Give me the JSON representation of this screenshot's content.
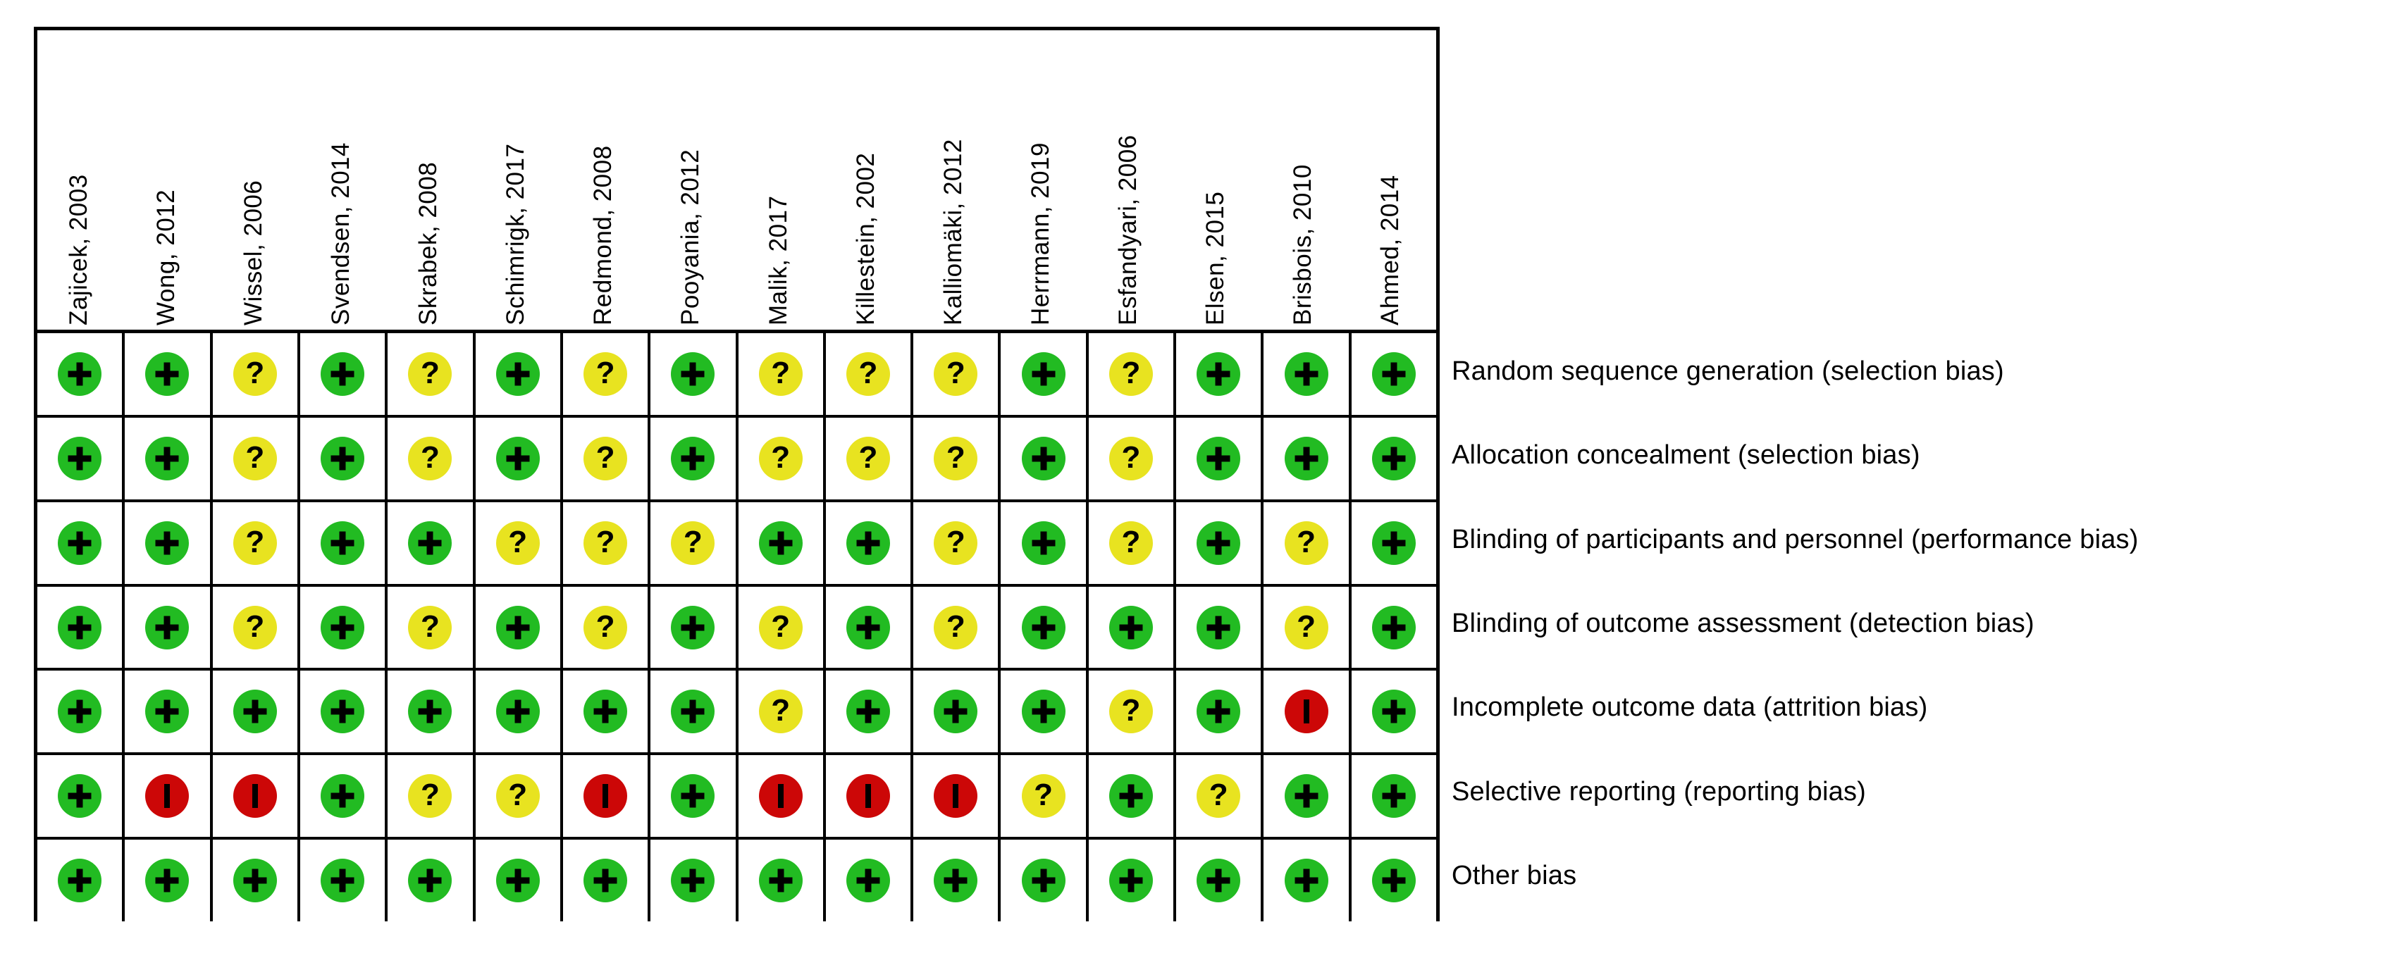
{
  "chart_data": {
    "type": "heatmap",
    "title": "",
    "xlabel": "",
    "ylabel": "",
    "legend_position": "none",
    "grid": true,
    "categories": [
      "Zajicek, 2003",
      "Wong, 2012",
      "Wissel, 2006",
      "Svendsen, 2014",
      "Skrabek, 2008",
      "Schimrigk, 2017",
      "Redmond, 2008",
      "Pooyania, 2012",
      "Malik, 2017",
      "Killestein, 2002",
      "Kalliomäki, 2012",
      "Herrmann, 2019",
      "Esfandyari, 2006",
      "Elsen, 2015",
      "Brisbois, 2010",
      "Ahmed, 2014"
    ],
    "row_labels": [
      "Random sequence generation (selection bias)",
      "Allocation concealment (selection bias)",
      "Blinding of participants and personnel (performance bias)",
      "Blinding of outcome assessment (detection bias)",
      "Incomplete outcome data (attrition bias)",
      "Selective reporting (reporting bias)",
      "Other bias"
    ],
    "value_legend": {
      "low": "Low risk of bias",
      "unclear": "Unclear risk of bias",
      "high": "High risk of bias"
    },
    "value_glyphs": {
      "low": "+",
      "unclear": "?",
      "high": "–"
    },
    "colors": {
      "low": "#22BB22",
      "unclear": "#E8E320",
      "high": "#CC0707",
      "background": "#FFFFFF",
      "border": "#000000",
      "text": "#000000"
    },
    "series": [
      {
        "name": "Random sequence generation (selection bias)",
        "values": [
          "low",
          "low",
          "unclear",
          "low",
          "unclear",
          "low",
          "unclear",
          "low",
          "unclear",
          "unclear",
          "unclear",
          "low",
          "unclear",
          "low",
          "low",
          "low"
        ]
      },
      {
        "name": "Allocation concealment (selection bias)",
        "values": [
          "low",
          "low",
          "unclear",
          "low",
          "unclear",
          "low",
          "unclear",
          "low",
          "unclear",
          "unclear",
          "unclear",
          "low",
          "unclear",
          "low",
          "low",
          "low"
        ]
      },
      {
        "name": "Blinding of participants and personnel (performance bias)",
        "values": [
          "low",
          "low",
          "unclear",
          "low",
          "low",
          "unclear",
          "unclear",
          "unclear",
          "low",
          "low",
          "unclear",
          "low",
          "unclear",
          "low",
          "unclear",
          "low"
        ]
      },
      {
        "name": "Blinding of outcome assessment (detection bias)",
        "values": [
          "low",
          "low",
          "unclear",
          "low",
          "unclear",
          "low",
          "unclear",
          "low",
          "unclear",
          "low",
          "unclear",
          "low",
          "low",
          "low",
          "unclear",
          "low"
        ]
      },
      {
        "name": "Incomplete outcome data (attrition bias)",
        "values": [
          "low",
          "low",
          "low",
          "low",
          "low",
          "low",
          "low",
          "low",
          "unclear",
          "low",
          "low",
          "low",
          "unclear",
          "low",
          "high",
          "low"
        ]
      },
      {
        "name": "Selective reporting (reporting bias)",
        "values": [
          "low",
          "high",
          "high",
          "low",
          "unclear",
          "unclear",
          "high",
          "low",
          "high",
          "high",
          "high",
          "unclear",
          "low",
          "unclear",
          "low",
          "low"
        ]
      },
      {
        "name": "Other bias",
        "values": [
          "low",
          "low",
          "low",
          "low",
          "low",
          "low",
          "low",
          "low",
          "low",
          "low",
          "low",
          "low",
          "low",
          "low",
          "low",
          "low"
        ]
      }
    ]
  }
}
